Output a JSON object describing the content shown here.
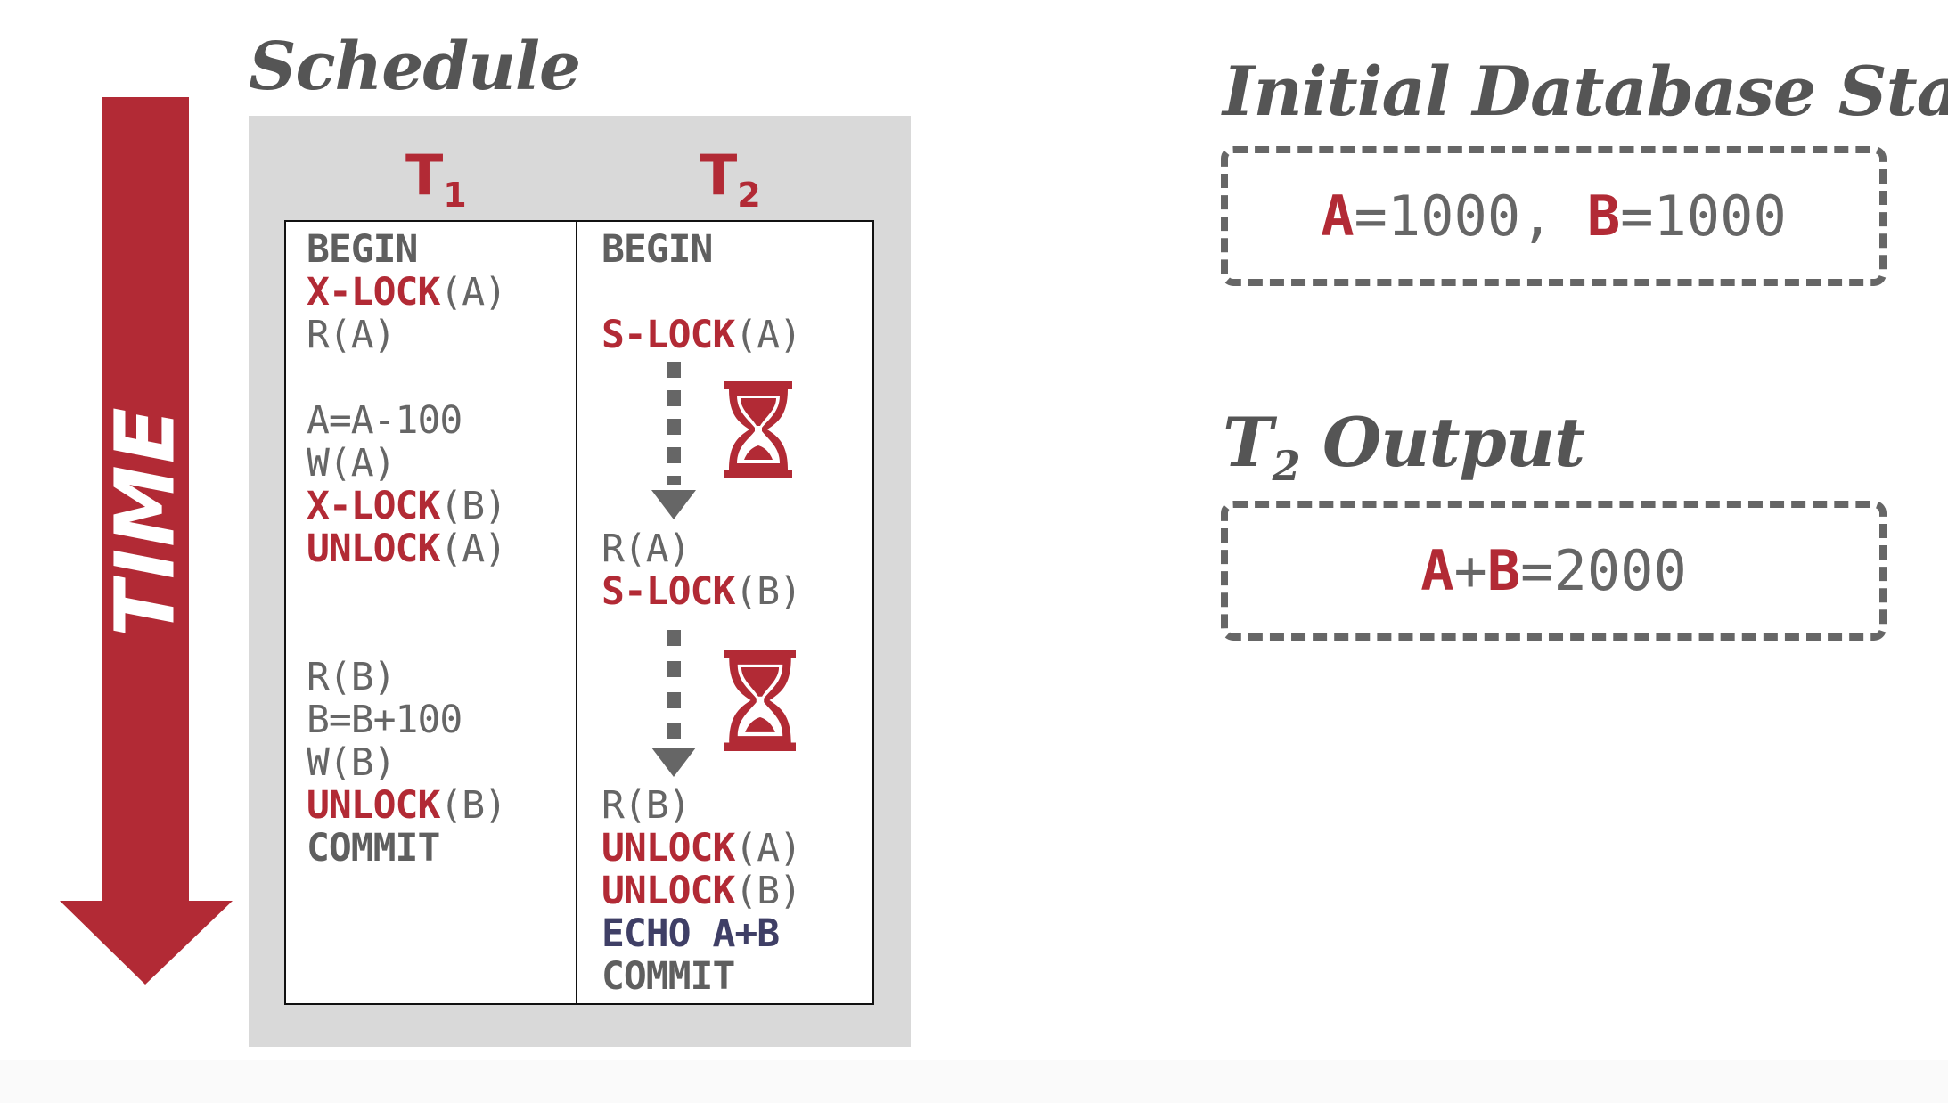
{
  "schedule_title": "Schedule",
  "time_label": "TIME",
  "columns": [
    {
      "name": "T",
      "sub": "1"
    },
    {
      "name": "T",
      "sub": "2"
    }
  ],
  "t1": [
    {
      "row": 0,
      "parts": [
        {
          "text": "BEGIN",
          "cls": "bold"
        }
      ]
    },
    {
      "row": 1,
      "parts": [
        {
          "text": "X-LOCK",
          "cls": "kw"
        },
        {
          "text": "(A)",
          "cls": "arg"
        }
      ]
    },
    {
      "row": 2,
      "parts": [
        {
          "text": "R(A)",
          "cls": "plain"
        }
      ]
    },
    {
      "row": 4,
      "parts": [
        {
          "text": "A=A-100",
          "cls": "plain"
        }
      ]
    },
    {
      "row": 5,
      "parts": [
        {
          "text": "W(A)",
          "cls": "plain"
        }
      ]
    },
    {
      "row": 6,
      "parts": [
        {
          "text": "X-LOCK",
          "cls": "kw"
        },
        {
          "text": "(B)",
          "cls": "arg"
        }
      ]
    },
    {
      "row": 7,
      "parts": [
        {
          "text": "UNLOCK",
          "cls": "kw"
        },
        {
          "text": "(A)",
          "cls": "arg"
        }
      ]
    },
    {
      "row": 10,
      "parts": [
        {
          "text": "R(B)",
          "cls": "plain"
        }
      ]
    },
    {
      "row": 11,
      "parts": [
        {
          "text": "B=B+100",
          "cls": "plain"
        }
      ]
    },
    {
      "row": 12,
      "parts": [
        {
          "text": "W(B)",
          "cls": "plain"
        }
      ]
    },
    {
      "row": 13,
      "parts": [
        {
          "text": "UNLOCK",
          "cls": "kw"
        },
        {
          "text": "(B)",
          "cls": "arg"
        }
      ]
    },
    {
      "row": 14,
      "parts": [
        {
          "text": "COMMIT",
          "cls": "bold"
        }
      ]
    }
  ],
  "t2": [
    {
      "row": 0,
      "parts": [
        {
          "text": "BEGIN",
          "cls": "bold"
        }
      ]
    },
    {
      "row": 2,
      "parts": [
        {
          "text": "S-LOCK",
          "cls": "kw"
        },
        {
          "text": "(A)",
          "cls": "arg"
        }
      ]
    },
    {
      "row": 7,
      "parts": [
        {
          "text": "R(A)",
          "cls": "plain"
        }
      ]
    },
    {
      "row": 8,
      "parts": [
        {
          "text": "S-LOCK",
          "cls": "kw"
        },
        {
          "text": "(B)",
          "cls": "arg"
        }
      ]
    },
    {
      "row": 13,
      "parts": [
        {
          "text": "R(B)",
          "cls": "plain"
        }
      ]
    },
    {
      "row": 14,
      "parts": [
        {
          "text": "UNLOCK",
          "cls": "kw"
        },
        {
          "text": "(A)",
          "cls": "arg"
        }
      ]
    },
    {
      "row": 15,
      "parts": [
        {
          "text": "UNLOCK",
          "cls": "kw"
        },
        {
          "text": "(B)",
          "cls": "arg"
        }
      ]
    },
    {
      "row": 16,
      "parts": [
        {
          "text": "ECHO A+B",
          "cls": "echo"
        }
      ]
    },
    {
      "row": 17,
      "parts": [
        {
          "text": "COMMIT",
          "cls": "bold"
        }
      ]
    }
  ],
  "initial_state": {
    "title": "Initial Database State",
    "a_label": "A",
    "a_value": "=1000, ",
    "b_label": "B",
    "b_value": "=1000"
  },
  "output": {
    "title_main": "T",
    "title_sub": "2",
    "title_rest": " Output",
    "a_label": "A",
    "plus": "+",
    "b_label": "B",
    "value": "=2000"
  },
  "colors": {
    "accent": "#b22a35",
    "gray": "#666666",
    "echo": "#3f3f66"
  }
}
